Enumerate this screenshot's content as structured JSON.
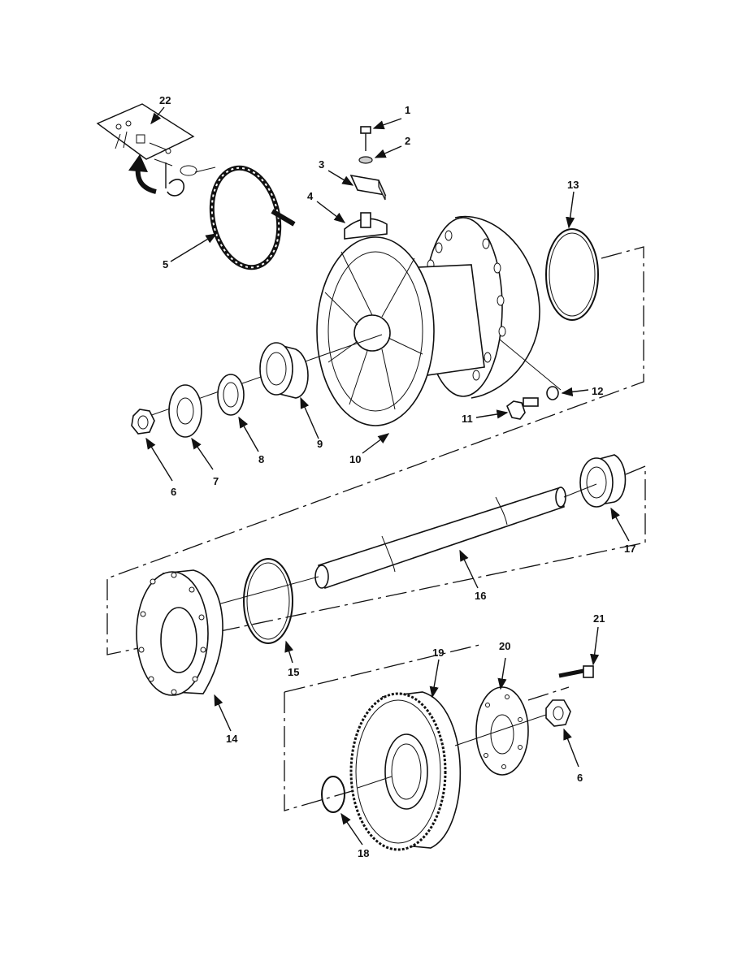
{
  "callouts": [
    "1",
    "2",
    "3",
    "4",
    "5",
    "6",
    "7",
    "8",
    "9",
    "10",
    "11",
    "12",
    "13",
    "14",
    "15",
    "16",
    "17",
    "18",
    "19",
    "20",
    "21",
    "22",
    "6"
  ],
  "icons": {
    "arrow": "curved-arrow-icon"
  }
}
